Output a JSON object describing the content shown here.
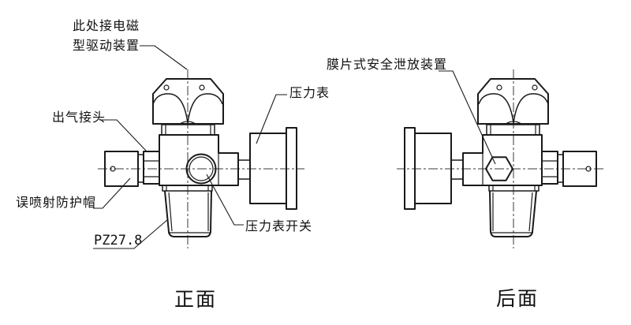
{
  "page": {
    "background": "#ffffff",
    "line_color": "#1a1a1a"
  },
  "labels": {
    "drive_line1": "此处接电磁",
    "drive_line2": "型驱动装置",
    "outlet_connector": "出气接头",
    "protective_cap": "误喷射防护帽",
    "thread_spec": "PZ27.8",
    "pressure_gauge": "压力表",
    "gauge_switch": "压力表开关",
    "relief_device": "膜片式安全泄放装置"
  },
  "captions": {
    "front_view": "正面",
    "back_view": "后面"
  }
}
